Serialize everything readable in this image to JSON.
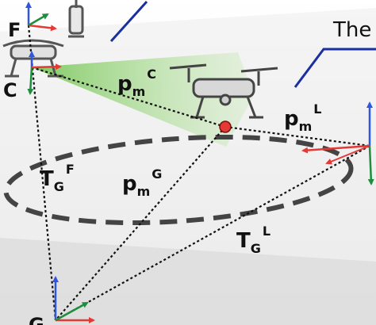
{
  "frames": {
    "F": "F",
    "C": "C",
    "G": "G"
  },
  "callout": {
    "text": "The"
  },
  "vectors": {
    "pm_C": {
      "base": "p",
      "sub": "m",
      "sup": "C"
    },
    "pm_L": {
      "base": "p",
      "sub": "m",
      "sup": "L"
    },
    "pm_G": {
      "base": "p",
      "sub": "m",
      "sup": "G"
    },
    "TG_F": {
      "base": "T",
      "sub": "G",
      "sup": "F"
    },
    "TG_L": {
      "base": "T",
      "sub": "G",
      "sup": "L"
    }
  },
  "colors": {
    "axis_x": "#e53935",
    "axis_y": "#1e8e3e",
    "axis_z": "#2f56e0",
    "target": "#e53935",
    "fov": "#8fd46a",
    "callout_line": "#1a2fa0",
    "track": "#444444"
  }
}
